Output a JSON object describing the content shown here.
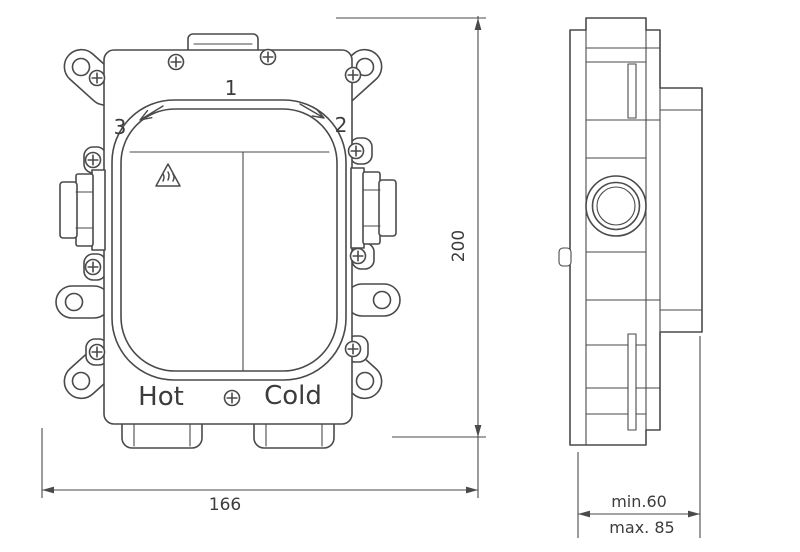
{
  "front": {
    "step_1": "1",
    "step_2": "2",
    "step_3": "3",
    "hot": "Hot",
    "cold": "Cold",
    "width": "166"
  },
  "side": {
    "height": "200",
    "depth_min": "min.60",
    "depth_max": "max. 85"
  },
  "colors": {
    "line": "#4a4a4a",
    "text": "#3c3c3c",
    "background": "#ffffff"
  }
}
